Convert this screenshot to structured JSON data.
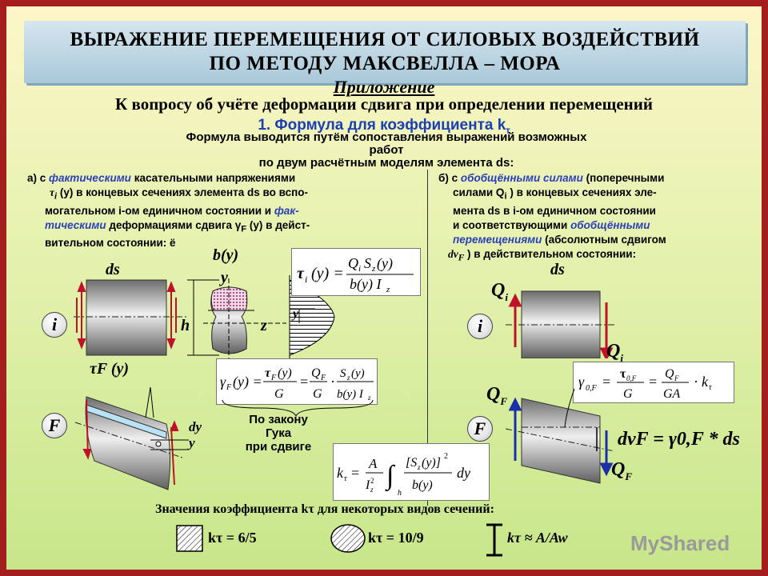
{
  "banner": {
    "line1": "ВЫРАЖЕНИЕ ПЕРЕМЕЩЕНИЯ ОТ СИЛОВЫХ ВОЗДЕЙСТВИЙ",
    "line2": "ПО МЕТОДУ МАКСВЕЛЛА – МОРА"
  },
  "subtitle": "Приложение",
  "heading": "К вопросу об учёте деформации сдвига при определении перемещений",
  "section": "1. Формула для коэффициента k",
  "section_sub": "τ",
  "intro": {
    "line1": "Формула выводится путём сопоставления выражений возможных",
    "line2": "работ",
    "line3": "по двум расчётным моделям элемента ds:"
  },
  "left_text": {
    "l1a": "а) с ",
    "l1b": "фактическими",
    "l1c": " касательными напряжениями",
    "l2a": "τ",
    "l2b": "i",
    "l2c": " (y) в концевых сечениях элемента ds во вспо-",
    "l3a": "могательном  i-ом единичном состоянии и ",
    "l3b": "фак-",
    "l4a": "тическими",
    "l4b": " деформациями сдвига γ",
    "l4c": "F",
    "l4d": " (y)  в дейст-",
    "l5": "вительном состоянии: ё"
  },
  "right_text": {
    "l1a": "б) с ",
    "l1b": "обобщёнными силами",
    "l1c": " (поперечными",
    "l2": "силами Q",
    "l2s": "i",
    "l2b": " )  в  концевых сечениях  эле-",
    "l3": "мента  ds  в  i-ом единичном состоянии",
    "l4a": "и  соответствующими ",
    "l4b": "обобщёнными",
    "l5": "перемещениями",
    "l5b": " (абсолютным сдвигом",
    "l6a": "dv",
    "l6b": "F",
    "l6c": " ) в действительном состоянии:"
  },
  "labels": {
    "ds": "ds",
    "by": "b(y)",
    "y": "y",
    "h": "h",
    "z": "z",
    "i": "i",
    "F": "F",
    "tauF": "τF (y)",
    "dy": "dy",
    "Qi": "Q",
    "Qi_sub": "i",
    "QF": "Q",
    "QF_sub": "F",
    "dv": "dvF = γ0,F * ds"
  },
  "formulas": {
    "tau_i": "τi (y) = Qi Sz(y) / (b(y) Iz)",
    "gamma_F": "γF (y) = τF (y)/G = QF/G · Sz(y)/(b(y) Iz)",
    "gamma0": "γ0,F = τ0,F/G = QF/(GA) · kτ",
    "k": "kτ = A/Iz² ∫h [Sz(y)]²/b(y) dy"
  },
  "hooke": {
    "line1": "По закону",
    "line2": "Гука",
    "line3": "при сдвиге"
  },
  "values_title": "Значения коэффициента kτ для некоторых видов сечений:",
  "values": {
    "rect": "kτ = 6/5",
    "circle": "kτ = 10/9",
    "ibeam": "kτ ≈ A/Aw"
  },
  "watermark": "MyShared",
  "colors": {
    "border": "#a31d1d",
    "banner": "#b8d3e0",
    "accent_blue": "#2a3fb8",
    "arrow_red": "#c0102a",
    "arrow_blue": "#1c2fa8"
  }
}
